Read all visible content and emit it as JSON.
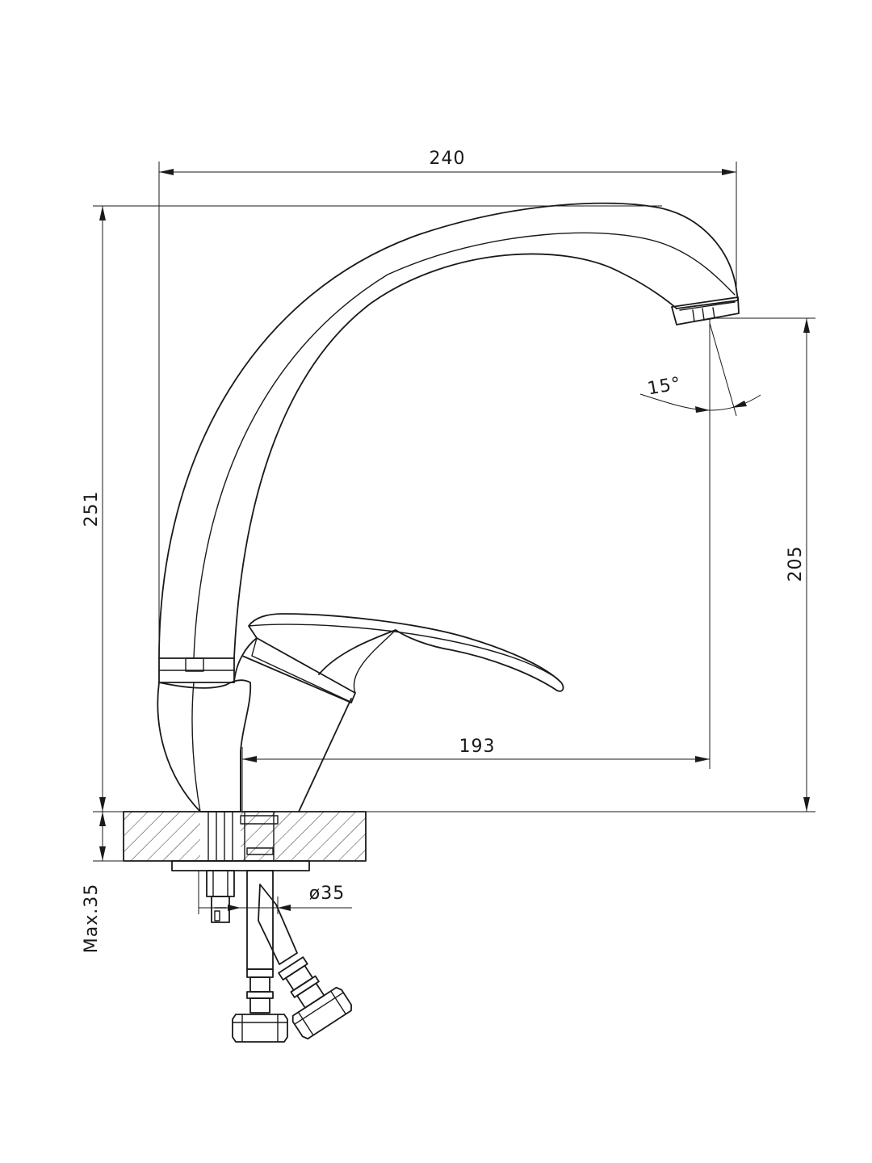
{
  "dimensions": {
    "total_reach": "240",
    "total_height": "251",
    "spout_height": "205",
    "spout_reach": "193",
    "spray_angle": "15°",
    "hole_diameter": "ø35",
    "max_thickness": "Max.35"
  }
}
